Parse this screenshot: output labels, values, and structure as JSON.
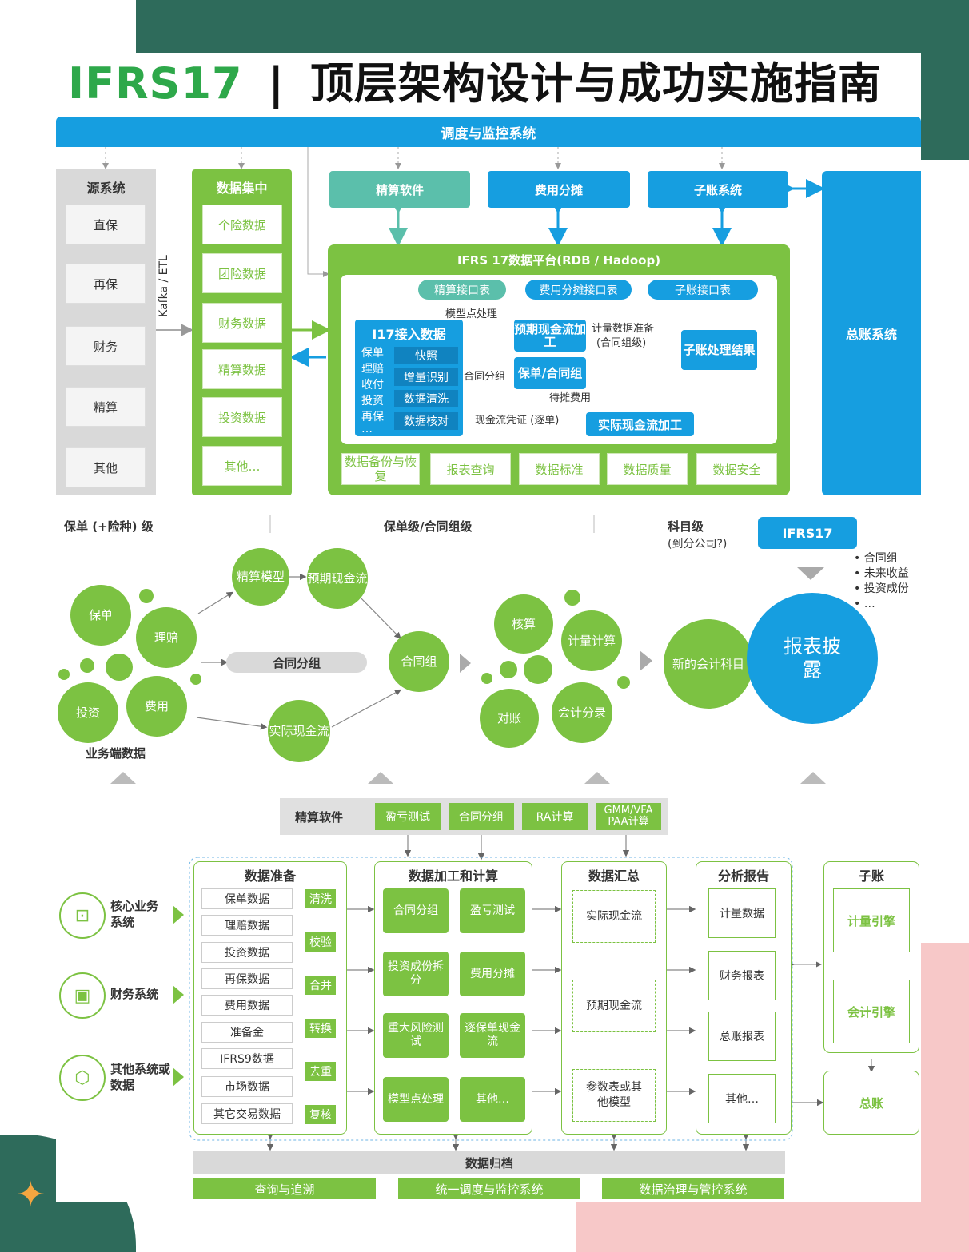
{
  "title": {
    "prefix": "IFRS17",
    "sep": "|",
    "main": "顶层架构设计与成功实施指南"
  },
  "top": {
    "bar": "调度与监控系统",
    "source": {
      "head": "源系统",
      "items": [
        "直保",
        "再保",
        "财务",
        "精算",
        "其他"
      ]
    },
    "kafka": "Kafka / ETL",
    "hub": {
      "head": "数据集中",
      "items": [
        "个险数据",
        "团险数据",
        "财务数据",
        "精算数据",
        "投资数据",
        "其他…"
      ]
    },
    "actuarial": "精算软件",
    "cost": "费用分摊",
    "subledger": "子账系统",
    "gl": "总账系统",
    "platform": {
      "title": "IFRS 17数据平台(RDB / Hadoop)",
      "if_act": "精算接口表",
      "if_cost": "费用分摊接口表",
      "if_sub": "子账接口表",
      "i17": {
        "head": "I17接入数据",
        "left": [
          "保单",
          "理赔",
          "收付",
          "投资",
          "再保",
          "…"
        ],
        "right": [
          "快照",
          "增量识别",
          "数据清洗",
          "数据核对"
        ]
      },
      "expected": "预期现金流加工",
      "group": "保单/合同组",
      "sub_result": "子账处理结果",
      "actual": "实际现金流加工",
      "labels": {
        "model": "模型点处理",
        "measure": "计量数据准备",
        "measure2": "(合同组级)",
        "grouping": "合同分组",
        "alloc": "待摊费用",
        "voucher": "现金流凭证 (逐单)"
      },
      "bottom": [
        "数据备份与恢复",
        "报表查询",
        "数据标准",
        "数据质量",
        "数据安全"
      ]
    }
  },
  "middle": {
    "levels": [
      "保单 (+险种) 级",
      "保单级/合同组级",
      "科目级",
      "(到分公司?)"
    ],
    "ifrs_tag": "IFRS17",
    "bullets": [
      "合同组",
      "未来收益",
      "投资成份",
      "…"
    ],
    "circles": {
      "policy": "保单",
      "claim": "理赔",
      "invest": "投资",
      "fee": "费用",
      "model": "精算模型",
      "expect": "预期现金流",
      "group_bar": "合同分组",
      "group": "合同组",
      "actual": "实际现金流",
      "verify": "核算",
      "measure": "计量计算",
      "recon": "对账",
      "entry": "会计分录",
      "newacct": "新的会计科目",
      "report": "报表披露"
    },
    "biz": "业务端数据"
  },
  "bottom": {
    "actsoft": {
      "label": "精算软件",
      "items": [
        "盈亏测试",
        "合同分组",
        "RA计算",
        "GMM/VFA PAA计算"
      ]
    },
    "systems": [
      "核心业务系统",
      "财务系统",
      "其他系统或数据"
    ],
    "prep": {
      "head": "数据准备",
      "items": [
        "保单数据",
        "理赔数据",
        "投资数据",
        "再保数据",
        "费用数据",
        "准备金",
        "IFRS9数据",
        "市场数据",
        "其它交易数据"
      ],
      "tags": [
        "清洗",
        "校验",
        "合并",
        "转换",
        "去重",
        "复核"
      ]
    },
    "proc": {
      "head": "数据加工和计算",
      "items": [
        "合同分组",
        "盈亏测试",
        "投资成份拆分",
        "费用分摊",
        "重大风险测试",
        "逐保单现金流",
        "模型点处理",
        "其他…"
      ]
    },
    "summ": {
      "head": "数据汇总",
      "items": [
        "实际现金流",
        "预期现金流",
        "参数表或其他模型"
      ]
    },
    "report": {
      "head": "分析报告",
      "items": [
        "计量数据",
        "财务报表",
        "总账报表",
        "其他…"
      ]
    },
    "sub": {
      "head": "子账",
      "items": [
        "计量引擎",
        "会计引擎"
      ]
    },
    "gl": "总账",
    "archive": "数据归档",
    "footer": [
      "查询与追溯",
      "统一调度与监控系统",
      "数据治理与管控系统"
    ]
  },
  "colors": {
    "green": "#7cc242",
    "blue": "#169ee0",
    "teal": "#5bbfab"
  }
}
